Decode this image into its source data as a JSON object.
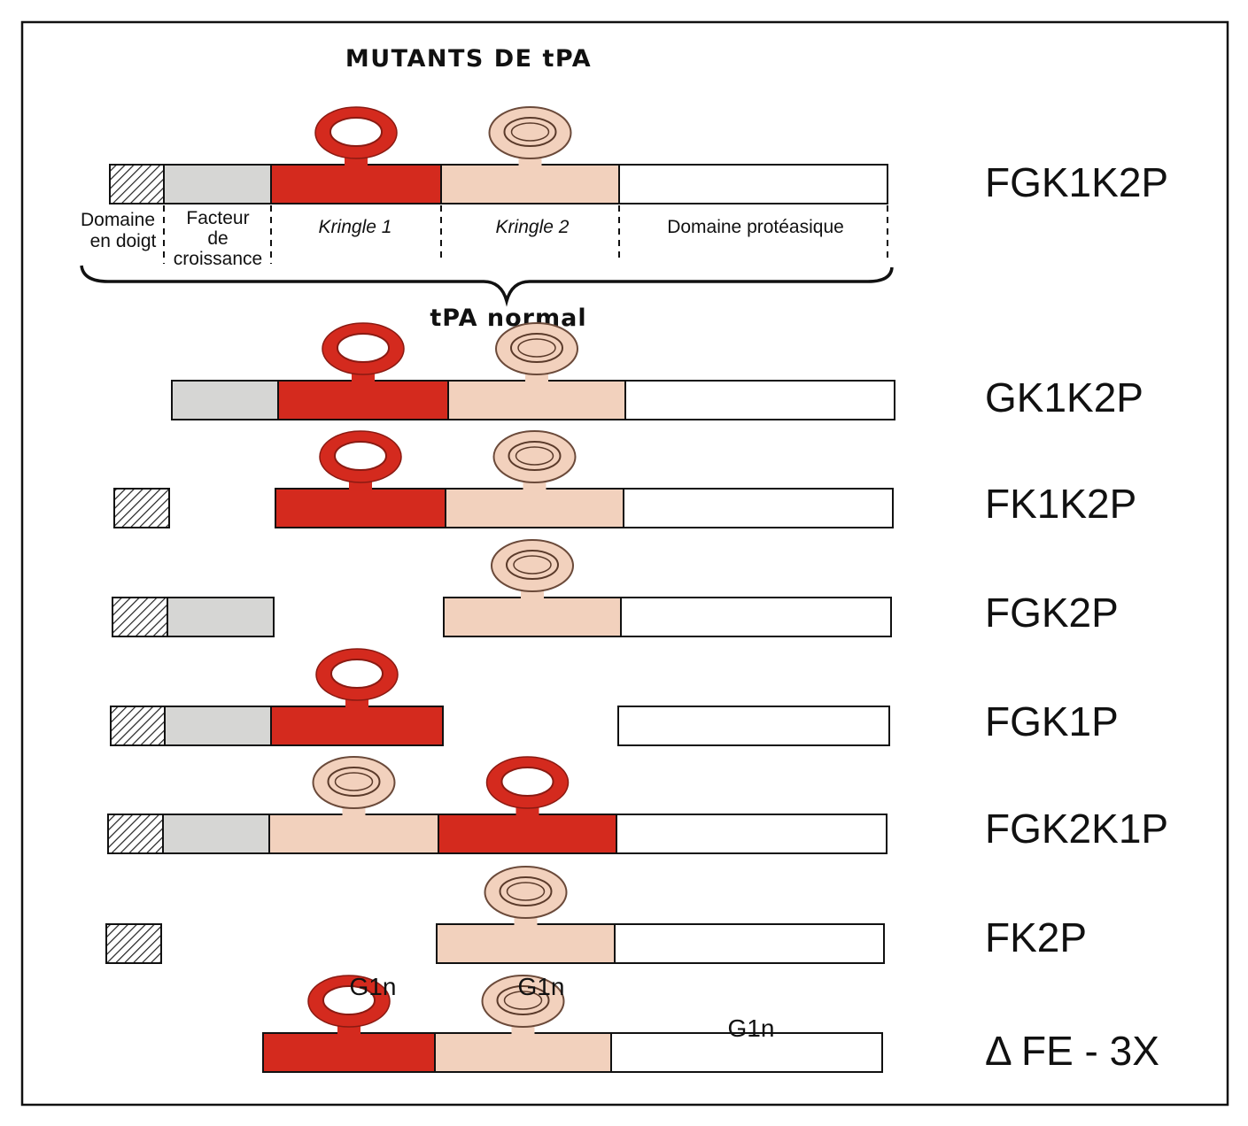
{
  "title": "MUTANTS DE tPA",
  "normal_label": "tPA normal",
  "domain_labels": {
    "finger": [
      "Domaine",
      "en doigt"
    ],
    "growth": [
      "Facteur",
      "de",
      "croissance"
    ],
    "kringle1": "Kringle 1",
    "kringle2": "Kringle 2",
    "protease": "Domaine protéasique"
  },
  "glycosylation_label": "G1n",
  "colors": {
    "kringle1": "#d42a1e",
    "kringle2": "#f2d1bd",
    "growth": "#d6d6d4",
    "protease": "#ffffff",
    "outline": "#111111"
  },
  "constructs": [
    {
      "label": "FGK1K2P",
      "segments": [
        "F",
        "G",
        "K1",
        "K2",
        "P"
      ]
    },
    {
      "label": "GK1K2P",
      "segments": [
        "G",
        "K1",
        "K2",
        "P"
      ]
    },
    {
      "label": "FK1K2P",
      "segments": [
        "F",
        "K1",
        "K2",
        "P"
      ]
    },
    {
      "label": "FGK2P",
      "segments": [
        "F",
        "G",
        "K2",
        "P"
      ]
    },
    {
      "label": "FGK1P",
      "segments": [
        "F",
        "G",
        "K1",
        "P"
      ]
    },
    {
      "label": "FGK2K1P",
      "segments": [
        "F",
        "G",
        "K2",
        "K1",
        "P"
      ]
    },
    {
      "label": "FK2P",
      "segments": [
        "F",
        "K2",
        "P"
      ]
    },
    {
      "label": "Δ FE - 3X",
      "segments": [
        "K1",
        "K2",
        "P"
      ]
    }
  ]
}
